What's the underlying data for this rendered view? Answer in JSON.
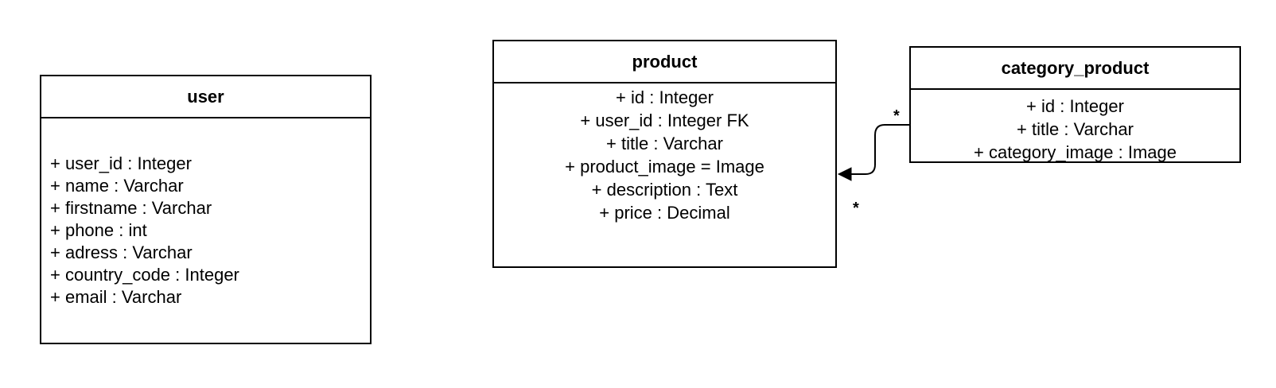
{
  "diagram": {
    "classes": [
      {
        "id": "user",
        "name": "user",
        "attributes": [
          "+ user_id : Integer",
          "+ name : Varchar",
          "+ firstname : Varchar",
          "+ phone : int",
          "+ adress : Varchar",
          "+ country_code : Integer",
          "+ email : Varchar"
        ]
      },
      {
        "id": "product",
        "name": "product",
        "attributes": [
          "+ id : Integer",
          "+ user_id : Integer FK",
          "+ title : Varchar",
          "+ product_image = Image",
          "+ description : Text",
          "+ price : Decimal"
        ]
      },
      {
        "id": "category_product",
        "name": "category_product",
        "attributes": [
          "+ id : Integer",
          "+ title : Varchar",
          "+ category_image : Image"
        ]
      }
    ],
    "associations": [
      {
        "from": "category_product",
        "to": "product",
        "from_multiplicity": "*",
        "to_multiplicity": "*",
        "arrowhead": "filled-triangle"
      }
    ],
    "colors": {
      "line": "#000000",
      "background": "#ffffff"
    }
  }
}
